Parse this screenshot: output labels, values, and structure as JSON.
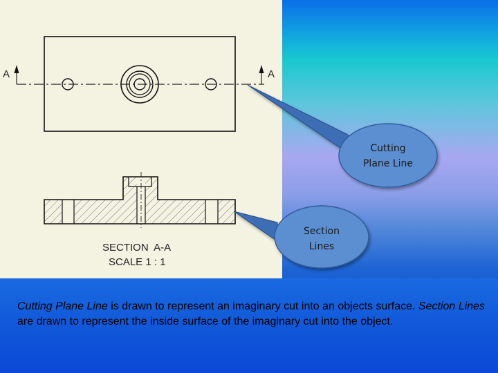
{
  "drawing": {
    "marker_left": "A",
    "marker_right": "A",
    "section_title": "SECTION  A-A",
    "section_scale": "SCALE 1 : 1"
  },
  "callouts": {
    "cutting_plane": {
      "line1": "Cutting",
      "line2": "Plane Line"
    },
    "section_lines": {
      "line1": "Section",
      "line2": "Lines"
    }
  },
  "caption": {
    "term1": "Cutting Plane Line",
    "text1": " is drawn to represent an imaginary cut  into an objects surface. ",
    "term2": "Section Lines",
    "text2": " are drawn to represent the inside surface of the imaginary cut into the object."
  },
  "colors": {
    "callout_fill": "#5b8fd1",
    "drawing_bg": "#f4f2e1"
  }
}
